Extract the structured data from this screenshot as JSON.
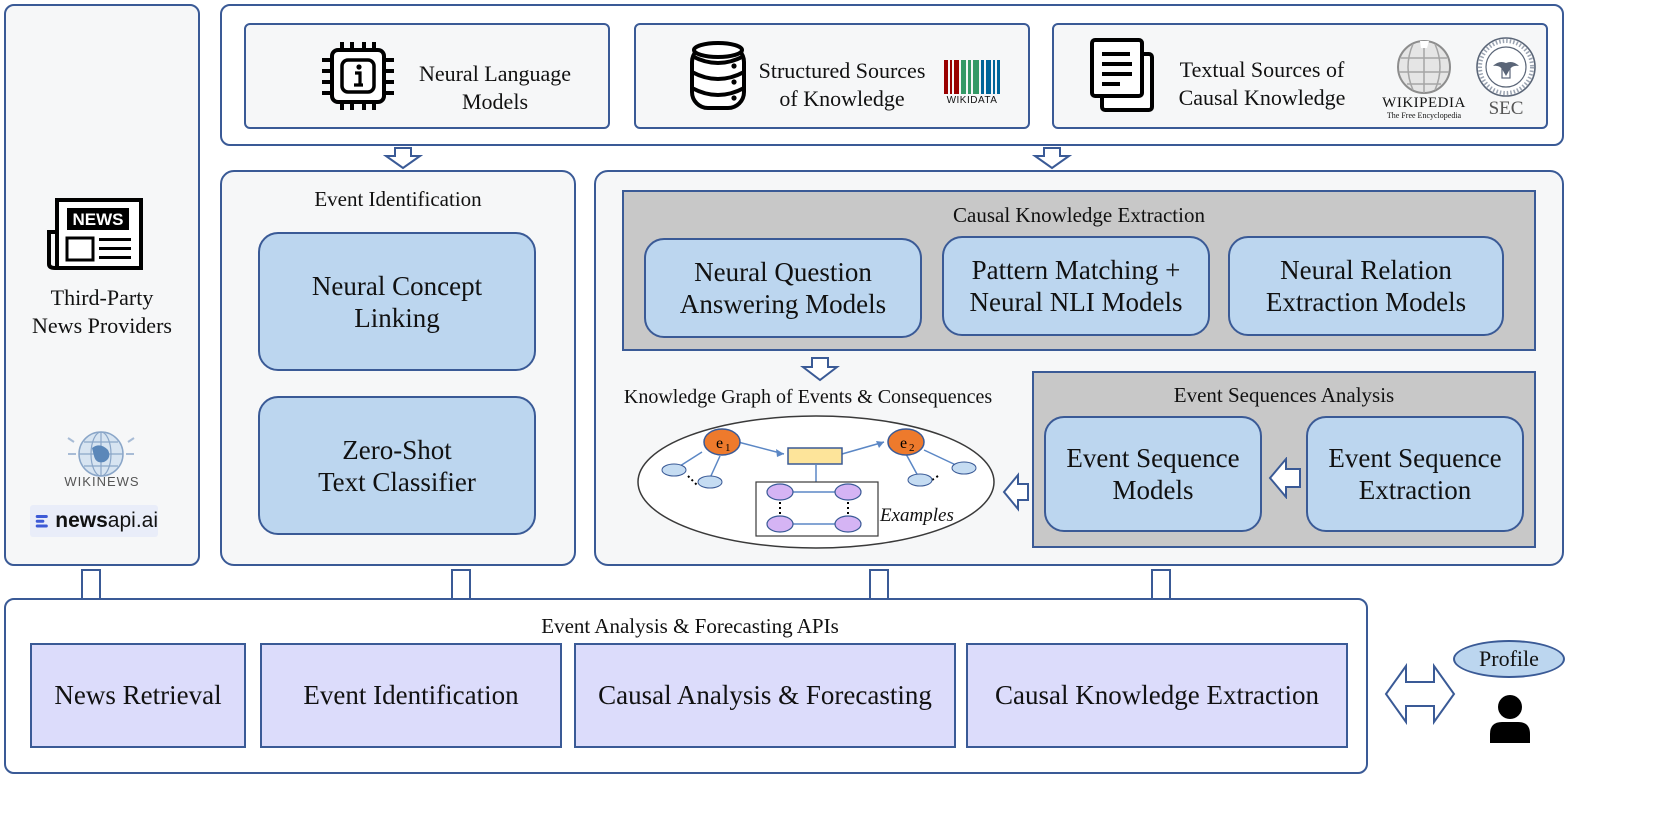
{
  "sources": {
    "neural_lm": "Neural Language\nModels",
    "structured": "Structured Sources\nof  Knowledge",
    "wikidata": "WIKIDATA",
    "textual": "Textual Sources of\nCausal Knowledge",
    "wikipedia": "WIKIPEDIA",
    "wikipedia_sub": "The Free Encyclopedia",
    "sec": "SEC"
  },
  "news": {
    "badge": "NEWS",
    "title": "Third-Party\nNews Providers",
    "wikinews": "WIKINEWS",
    "newsapi_bold": "news",
    "newsapi_rest": "api.ai"
  },
  "event_identification": {
    "title": "Event Identification",
    "concept_linking": "Neural Concept\nLinking",
    "zero_shot": "Zero-Shot\nText Classifier"
  },
  "causal_extraction": {
    "title": "Causal Knowledge Extraction",
    "qa": "Neural Question\nAnswering Models",
    "pattern": "Pattern Matching +\nNeural NLI Models",
    "relation": "Neural Relation\nExtraction Models"
  },
  "knowledge_graph": {
    "title": "Knowledge Graph of Events & Consequences",
    "e1": "e",
    "e1_sub": "1",
    "e2": "e",
    "e2_sub": "2",
    "examples": "Examples"
  },
  "sequences": {
    "title": "Event Sequences Analysis",
    "models": "Event Sequence\nModels",
    "extraction": "Event Sequence\nExtraction"
  },
  "apis": {
    "title": "Event Analysis & Forecasting APIs",
    "items": [
      "News Retrieval",
      "Event Identification",
      "Causal Analysis & Forecasting",
      "Causal Knowledge Extraction"
    ]
  },
  "user": {
    "profile": "Profile"
  },
  "colors": {
    "border": "#3a5a96",
    "box_blue": "#bcd6ef",
    "api_fill": "#dcdcfb",
    "node_orange": "#ee7a2c",
    "node_purple": "#d5b4f4",
    "node_light": "#c5dcf2",
    "rect_yellow": "#fde49a"
  }
}
